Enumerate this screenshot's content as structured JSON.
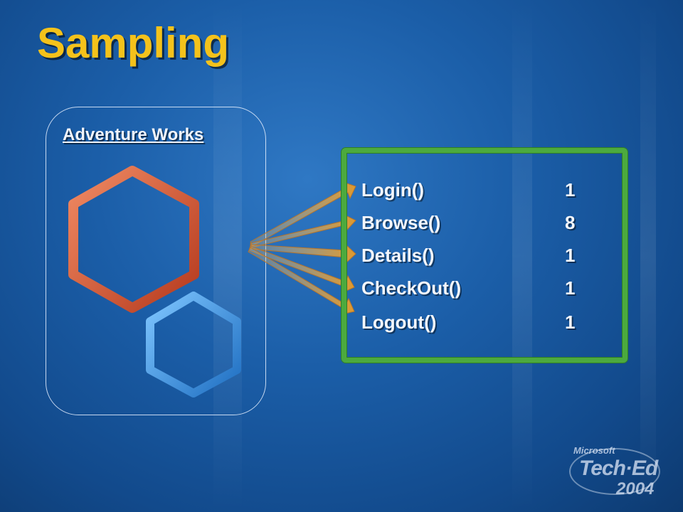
{
  "slide": {
    "title": "Sampling"
  },
  "panel": {
    "title": "Adventure Works"
  },
  "methods": [
    {
      "name": "Login()",
      "count": "1"
    },
    {
      "name": "Browse()",
      "count": "8"
    },
    {
      "name": "Details()",
      "count": "1"
    },
    {
      "name": "CheckOut()",
      "count": "1"
    },
    {
      "name": "Logout()",
      "count": "1"
    }
  ],
  "logo": {
    "brand": "Microsoft",
    "event": "Tech·Ed",
    "year": "2004"
  },
  "colors": {
    "title": "#f4c21b",
    "hex_red": "#d9502c",
    "hex_blue": "#2b8ee0",
    "box_green": "#4caa3e",
    "arrow": "#e0a23c"
  }
}
